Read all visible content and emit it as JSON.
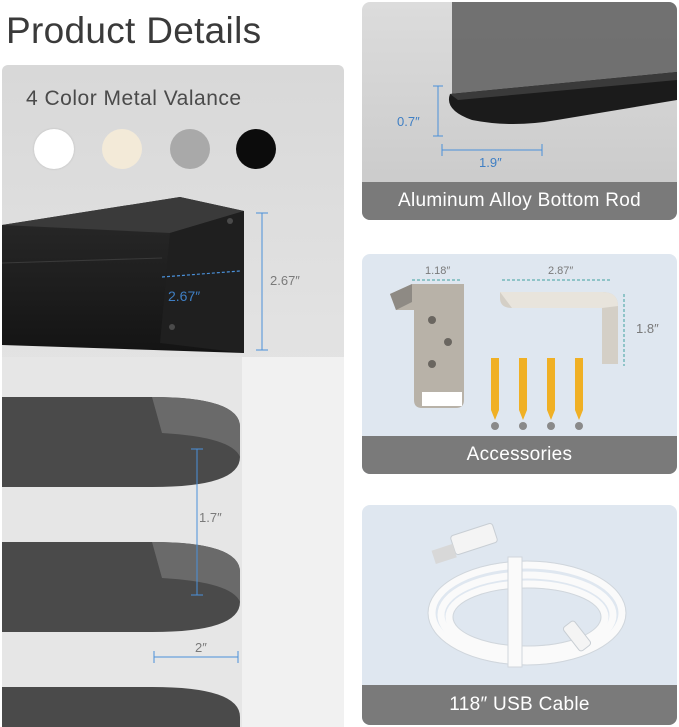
{
  "header": {
    "title": "Product Details"
  },
  "valance": {
    "label": "4 Color Metal Valance",
    "colors": [
      "#ffffff",
      "#f3ead8",
      "#a9a9a9",
      "#0c0c0c"
    ],
    "width_dim": "2.67″",
    "height_dim": "2.67″"
  },
  "fabric": {
    "spacing_dim": "1.7″",
    "depth_dim": "2″"
  },
  "bottom_rod": {
    "caption": "Aluminum Alloy Bottom Rod",
    "height_dim": "0.7″",
    "width_dim": "1.9″"
  },
  "accessories": {
    "caption": "Accessories",
    "bracket_width": "1.18″",
    "clip_width": "2.87″",
    "clip_height": "1.8″"
  },
  "cable": {
    "caption": "118″ USB Cable"
  },
  "colors": {
    "dimension_blue": "#3f7fc4",
    "caption_grey": "#7a7a7a"
  }
}
